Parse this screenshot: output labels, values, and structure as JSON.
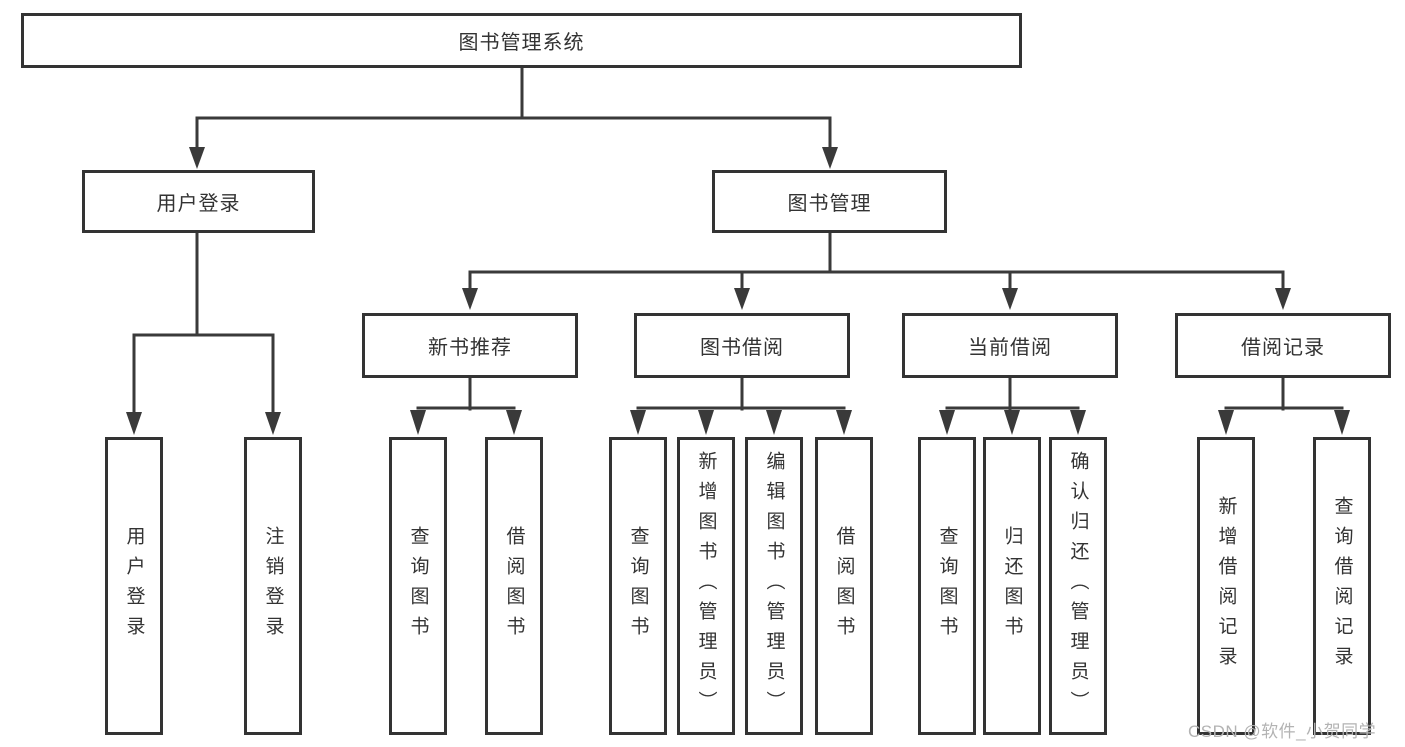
{
  "diagram": {
    "title": "图书管理系统",
    "tree": {
      "root": {
        "label": "图书管理系统",
        "children": [
          {
            "label": "用户登录",
            "children": [
              {
                "label": "用户登录"
              },
              {
                "label": "注销登录"
              }
            ]
          },
          {
            "label": "图书管理",
            "children": [
              {
                "label": "新书推荐",
                "children": [
                  {
                    "label": "查询图书"
                  },
                  {
                    "label": "借阅图书"
                  }
                ]
              },
              {
                "label": "图书借阅",
                "children": [
                  {
                    "label": "查询图书"
                  },
                  {
                    "label": "新增图书（管理员）"
                  },
                  {
                    "label": "编辑图书（管理员）"
                  },
                  {
                    "label": "借阅图书"
                  }
                ]
              },
              {
                "label": "当前借阅",
                "children": [
                  {
                    "label": "查询图书"
                  },
                  {
                    "label": "归还图书"
                  },
                  {
                    "label": "确认归还（管理员）"
                  }
                ]
              },
              {
                "label": "借阅记录",
                "children": [
                  {
                    "label": "新增借阅记录"
                  },
                  {
                    "label": "查询借阅记录"
                  }
                ]
              }
            ]
          }
        ]
      }
    },
    "watermark": "CSDN @软件_小贺同学",
    "colors": {
      "line": "#3a3a3a",
      "box_border": "#333333",
      "text": "#333333",
      "watermark": "#b3b3b3",
      "background": "#ffffff"
    }
  }
}
